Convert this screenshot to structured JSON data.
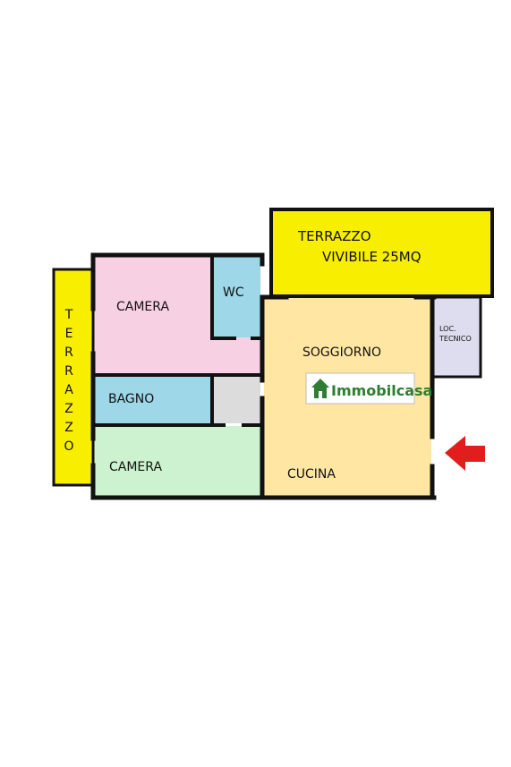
{
  "floorplan": {
    "rooms": {
      "terrazzo_top": {
        "line1": "TERRAZZO",
        "line2": "VIVIBILE 25MQ",
        "color": "#f8ee00"
      },
      "terrazzo_left": {
        "letters": [
          "T",
          "E",
          "R",
          "R",
          "A",
          "Z",
          "Z",
          "O"
        ],
        "color": "#f8ee00"
      },
      "camera_top": {
        "label": "CAMERA",
        "color": "#f8d0e4"
      },
      "wc": {
        "label": "WC",
        "color": "#9ed7e8"
      },
      "bagno": {
        "label": "BAGNO",
        "color": "#9ed7e8"
      },
      "camera_bottom": {
        "label": "CAMERA",
        "color": "#ccf2cf"
      },
      "soggiorno": {
        "label": "SOGGIORNO",
        "color": "#ffe7a3"
      },
      "cucina": {
        "label": "CUCINA"
      },
      "loc_tecnico": {
        "line1": "LOC.",
        "line2": "TECNICO",
        "color": "#dedcef"
      },
      "closet": {
        "color": "#dcdcdc"
      }
    },
    "logo": {
      "text": "Immobilcasa",
      "color": "#2e7d32"
    },
    "entrance_arrow": {
      "name": "arrow-left-icon",
      "color": "#e11d1d"
    }
  }
}
